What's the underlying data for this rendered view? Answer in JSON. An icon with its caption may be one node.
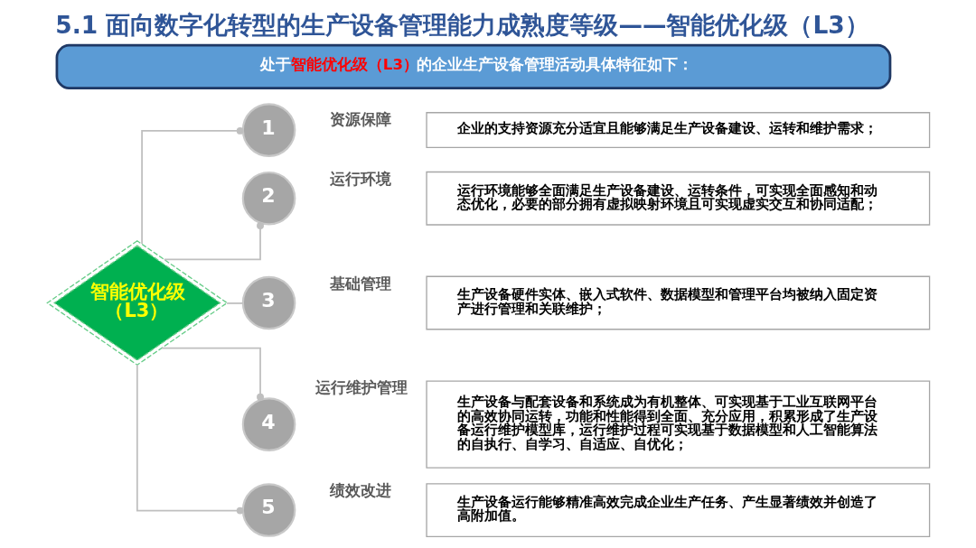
{
  "diagram": {
    "title": "5.1 面向数字化转型的生产设备管理能力成熟度等级——智能优化级（L3）",
    "nodes": [
      {
        "text": [
          "处于**智能优化级（L3）**的企业生产设备管理活动具体特征如下："
        ]
      },
      {
        "text": [
          "智能优化级（L3）"
        ]
      },
      {
        "text": [
          "1"
        ],
        "beside": [
          "资源保障"
        ]
      },
      {
        "text": [
          "2"
        ],
        "beside": [
          "运行环境"
        ]
      },
      {
        "text": [
          "3"
        ],
        "beside": [
          "基础管理"
        ]
      },
      {
        "text": [
          "4"
        ],
        "beside": [
          "运行维护管理"
        ]
      },
      {
        "text": [
          "5"
        ],
        "beside": [
          "绩效改进"
        ]
      },
      {
        "text": [
          "企业的支持资源充分适宜且能够满足生产设备建设、运转和维护需求；"
        ]
      },
      {
        "text": [
          "运行环境能够全面满足生产设备建设、运转条件，可实现全面感知和动态优化，必要的部分拥有虚拟映射环境且可实现虚实交互和协同适配；"
        ]
      },
      {
        "text": [
          "生产设备硬件实体、嵌入式软件、数据模型和管理平台均被纳入固定资产进行管理和关联维护；"
        ]
      },
      {
        "text": [
          "生产设备与配套设备和系统成为有机整体、可实现基于工业互联网平台的高效协同运转，功能和性能得到全面、充分应用，积累形成了生产设备运行维护模型库，运行维护过程可实现基于数据模型和人工智能算法的自执行、自学习、自适应、自优化；"
        ]
      },
      {
        "text": [
          "生产设备运行能够精准高效完成企业生产任务、产生显著绩效并创造了高附加值。"
        ]
      }
    ],
    "edges": [
      {
        "from": 1,
        "to": 2,
        "arrow": "other"
      },
      {
        "from": 1,
        "to": 3,
        "arrow": "other"
      },
      {
        "from": 1,
        "to": 4,
        "arrow": "none"
      },
      {
        "from": 1,
        "to": 5,
        "arrow": "other"
      },
      {
        "from": 1,
        "to": 6,
        "arrow": "other"
      }
    ]
  }
}
